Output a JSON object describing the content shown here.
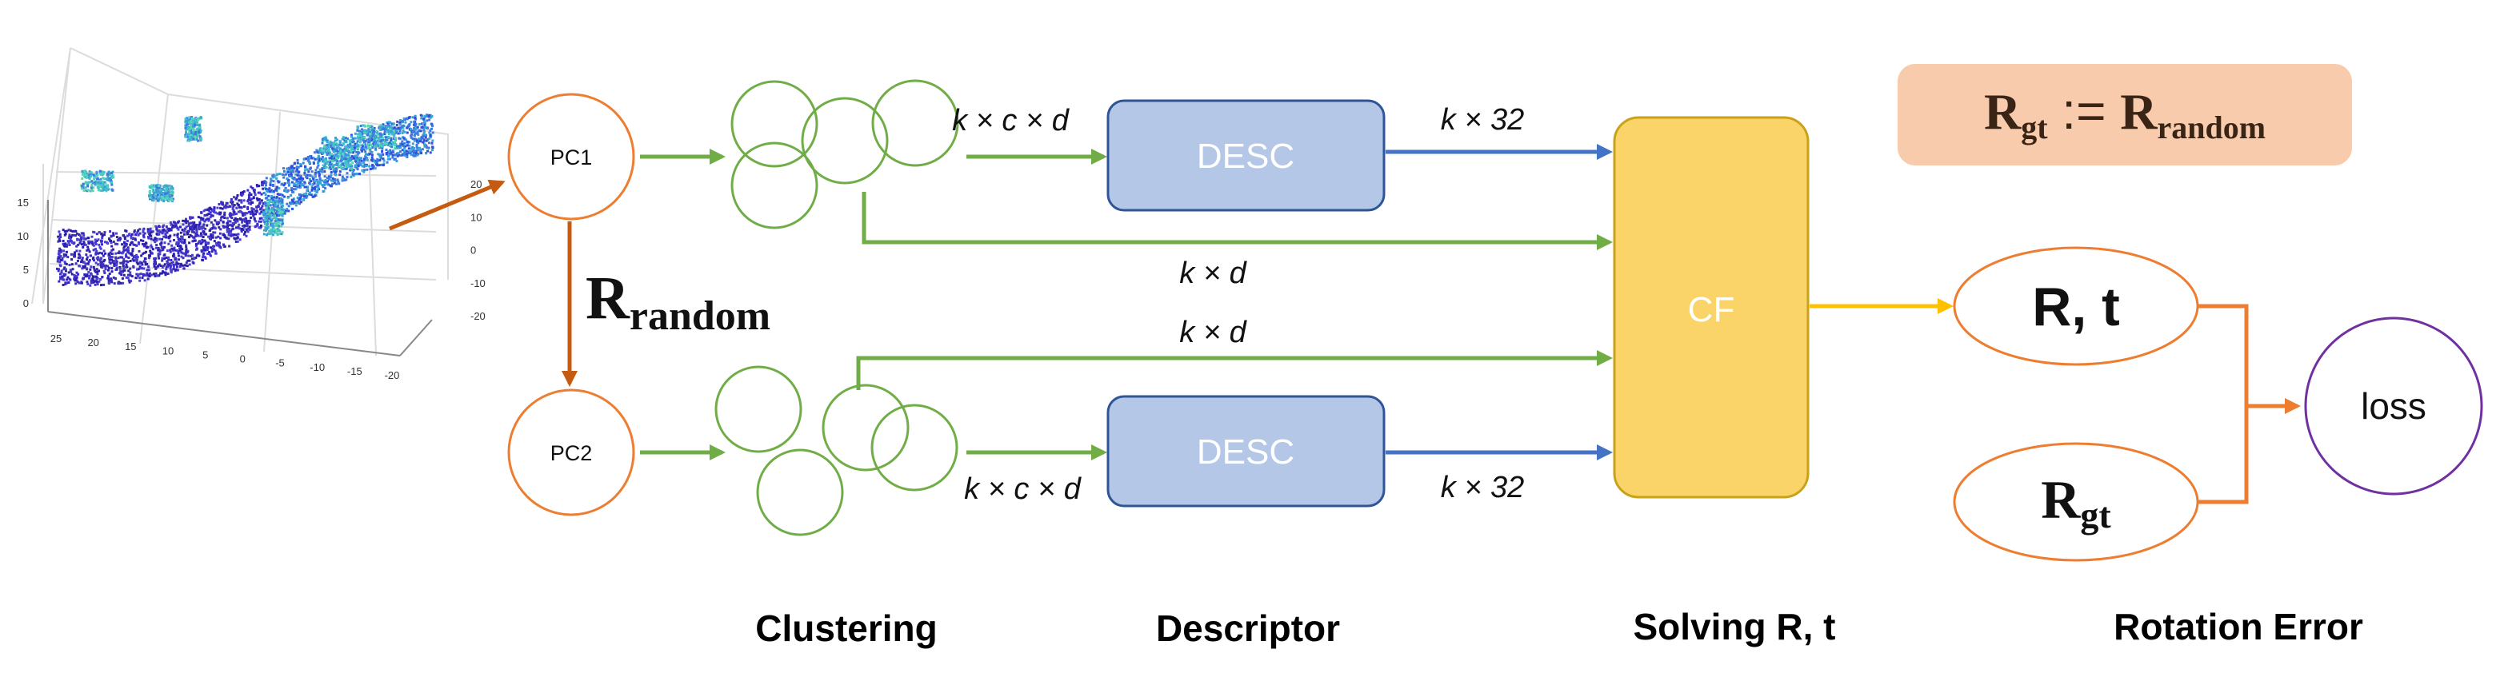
{
  "nodes": {
    "pc1": "PC1",
    "pc2": "PC2",
    "desc_top": "DESC",
    "desc_bottom": "DESC",
    "cf": "CF",
    "loss": "loss"
  },
  "math": {
    "r_bold": "R",
    "random_sub": "random",
    "gt_sub": "gt",
    "assign": " := ",
    "comma_t": ", t"
  },
  "edge_labels": {
    "kcd_top": "k × c × d",
    "kcd_bottom": "k × c × d",
    "k32_top": "k × 32",
    "k32_bottom": "k × 32",
    "kd_top": "k × d",
    "kd_bottom": "k × d"
  },
  "stages": {
    "clustering": "Clustering",
    "descriptor": "Descriptor",
    "solving": "Solving R, t",
    "rotation_error": "Rotation Error"
  },
  "plot_ticks": {
    "z": [
      "15",
      "10",
      "5",
      "0"
    ],
    "x": [
      "25",
      "20",
      "15",
      "10",
      "5",
      "0",
      "-5",
      "-10",
      "-15",
      "-20"
    ],
    "y": [
      "20",
      "10",
      "0",
      "-10",
      "-20"
    ]
  },
  "colors": {
    "orange": "#ED7D31",
    "green": "#70AD47",
    "blue": "#4472C4",
    "desc_fill": "#B4C7E7",
    "cf_fill": "#FAD468",
    "cf_stroke": "#C9A21B",
    "gold_arrow": "#FFC000",
    "loss_purple": "#7030A0",
    "rgt_box": "#F8CBAD",
    "brown_arrow": "#C55A11"
  }
}
